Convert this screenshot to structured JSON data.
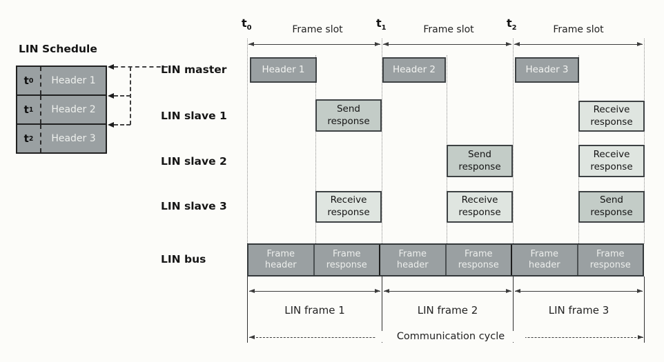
{
  "colors": {
    "header_box_fill": "#9aa0a2",
    "send_box_fill": "#c3ccc7",
    "receive_box_fill": "#dfe5e0",
    "box_border": "#3d4143",
    "background": "#fcfcf9"
  },
  "schedule": {
    "title": "LIN Schedule",
    "rows": [
      {
        "time_base": "t",
        "time_sub": "0",
        "header": "Header 1"
      },
      {
        "time_base": "t",
        "time_sub": "1",
        "header": "Header 2"
      },
      {
        "time_base": "t",
        "time_sub": "2",
        "header": "Header 3"
      }
    ]
  },
  "timeline": {
    "marks": [
      {
        "base": "t",
        "sub": "0"
      },
      {
        "base": "t",
        "sub": "1"
      },
      {
        "base": "t",
        "sub": "2"
      }
    ],
    "frame_slot_label": "Frame slot"
  },
  "row_labels": {
    "master": "LIN master",
    "slave1": "LIN slave 1",
    "slave2": "LIN slave 2",
    "slave3": "LIN slave 3",
    "bus": "LIN bus"
  },
  "activity": {
    "headers": [
      "Header 1",
      "Header 2",
      "Header 3"
    ],
    "frame1": {
      "slave1": "Send\nresponse",
      "slave3": "Receive\nresponse"
    },
    "frame2": {
      "slave2": "Send\nresponse",
      "slave3": "Receive\nresponse"
    },
    "frame3": {
      "slave1": "Receive\nresponse",
      "slave2": "Receive\nresponse",
      "slave3": "Send\nresponse"
    }
  },
  "bus": {
    "segments": [
      "Frame\nheader",
      "Frame\nresponse",
      "Frame\nheader",
      "Frame\nresponse",
      "Frame\nheader",
      "Frame\nresponse"
    ]
  },
  "footer": {
    "frames": [
      "LIN frame 1",
      "LIN frame 2",
      "LIN frame 3"
    ],
    "cycle_label": "Communication cycle"
  }
}
